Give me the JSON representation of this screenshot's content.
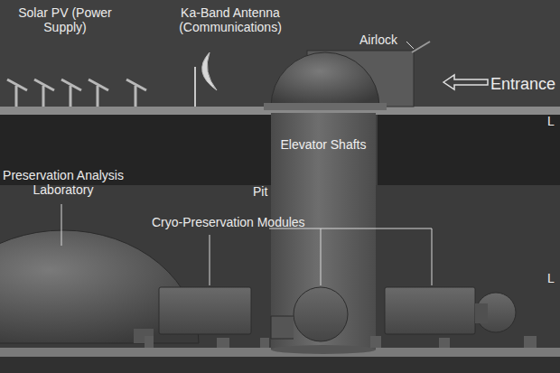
{
  "diagram": {
    "nodes": [
      {
        "text": [
          "Elevator Shafts"
        ]
      }
    ],
    "labels": [
      "Solar PV (Power Supply)",
      "Ka-Band Antenna (Communications)",
      "Airlock",
      "Entrance",
      "Preservation Analysis Laboratory",
      "Pit",
      "Cryo-Preservation Modules",
      "L",
      "L"
    ]
  }
}
